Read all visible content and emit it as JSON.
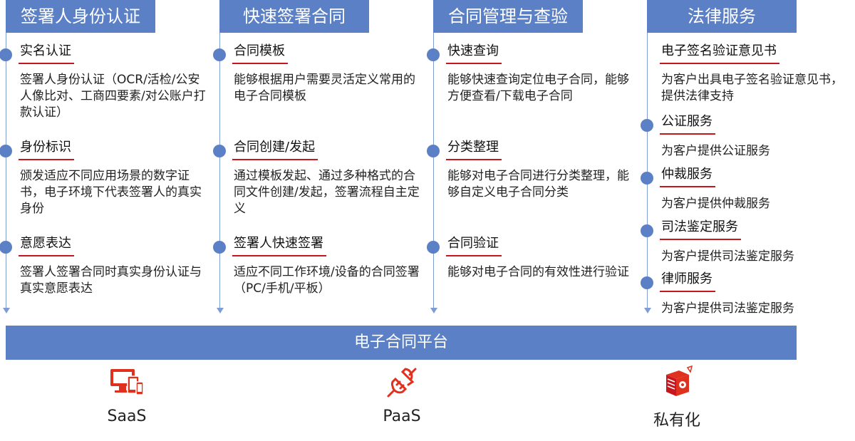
{
  "columns": [
    {
      "header": "签署人身份认证",
      "items": [
        {
          "title": "实名认证",
          "desc": "签署人身份认证（OCR/活检/公安人像比对、工商四要素/对公账户打款认证）"
        },
        {
          "title": "身份标识",
          "desc": "颁发适应不同应用场景的数字证书，电子环境下代表签署人的真实身份"
        },
        {
          "title": "意愿表达",
          "desc": "签署人签署合同时真实身份认证与真实意愿表达"
        }
      ]
    },
    {
      "header": "快速签署合同",
      "items": [
        {
          "title": "合同模板",
          "desc": "能够根据用户需要灵活定义常用的电子合同模板"
        },
        {
          "title": "合同创建/发起",
          "desc": "通过模板发起、通过多种格式的合同文件创建/发起，签署流程自主定义"
        },
        {
          "title": "签署人快速签署",
          "desc": "适应不同工作环境/设备的合同签署（PC/手机/平板）"
        }
      ]
    },
    {
      "header": "合同管理与查验",
      "items": [
        {
          "title": "快速查询",
          "desc": "能够快速查询定位电子合同，能够方便查看/下载电子合同"
        },
        {
          "title": "分类整理",
          "desc": "能够对电子合同进行分类整理，能够自定义电子合同分类"
        },
        {
          "title": "合同验证",
          "desc": "能够对电子合同的有效性进行验证"
        }
      ]
    },
    {
      "header": "法律服务",
      "items": [
        {
          "title": "电子签名验证意见书",
          "desc": "为客户出具电子签名验证意见书，提供法律支持"
        },
        {
          "title": "公证服务",
          "desc": "为客户提供公证服务"
        },
        {
          "title": "仲裁服务",
          "desc": "为客户提供仲裁服务"
        },
        {
          "title": "司法鉴定服务",
          "desc": "为客户提供司法鉴定服务"
        },
        {
          "title": "律师服务",
          "desc": "为客户提供司法鉴定服务"
        }
      ]
    }
  ],
  "platform": "电子合同平台",
  "deployments": [
    {
      "label": "SaaS",
      "icon": "devices-icon"
    },
    {
      "label": "PaaS",
      "icon": "plug-icon"
    },
    {
      "label": "私有化",
      "icon": "server-box-icon"
    }
  ],
  "colors": {
    "header_bg": "#5b80c6",
    "accent_red": "#c8161d",
    "icon_red": "#e0301e"
  }
}
